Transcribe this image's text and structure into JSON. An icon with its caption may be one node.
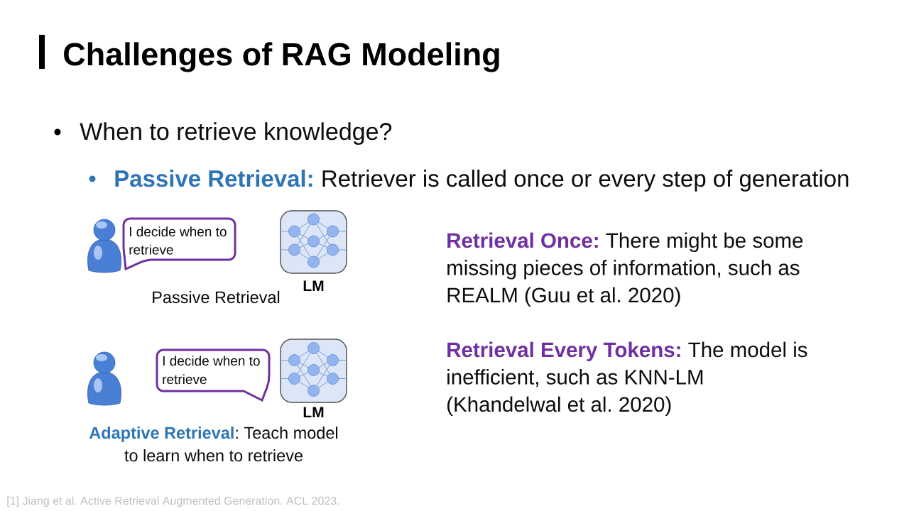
{
  "diagram": {
    "title": "Challenges of RAG Modeling",
    "nodes": [
      {
        "text": [
          "I decide when to retrieve"
        ]
      },
      {
        "text": [
          "LM"
        ]
      },
      {
        "text": [
          "I decide when to retrieve"
        ]
      },
      {
        "text": [
          "LM"
        ]
      }
    ],
    "labels": [
      "When to retrieve knowledge?",
      "**Passive Retrieval:** Retriever is called once or every step of generation",
      "Passive Retrieval",
      "**Retrieval Once:** There might be some missing pieces of information, such as REALM (Guu et al. 2020)",
      "**Retrieval Every Tokens:** The model is inefficient, such as KNN-LM (Khandelwal et al. 2020)",
      "**Adaptive Retrieval**: Teach model to learn when to retrieve",
      "[1] Jiang et al. Active Retrieval Augmented Generation. ACL 2023."
    ]
  }
}
